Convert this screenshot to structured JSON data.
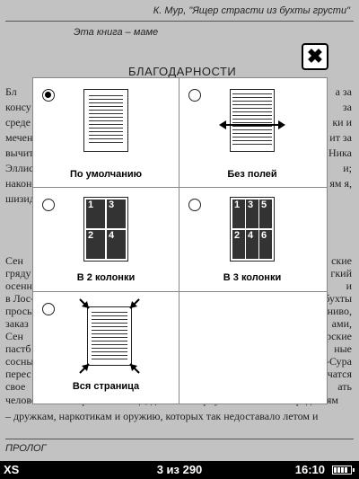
{
  "reader": {
    "header_right": "К. Мур, \"Ящер страсти из бухты грусти\"",
    "dedication": "Эта книга – маме",
    "chapter_title": "БЛАГОДАРНОСТИ",
    "left_fragments": [
      "Бл",
      "консу",
      "среде",
      "мечен",
      "вычит",
      "Эллис",
      "наконе",
      "шизид"
    ],
    "right_fragments": [
      "а за",
      "за",
      "ки и",
      "ит за",
      "Ника",
      "и;",
      "ям я,",
      ""
    ],
    "left_fragments_mid": [
      "Сен",
      "гряду",
      "осенн",
      "в Лос-А",
      "просы",
      "заказ",
      "Сен",
      "пастб",
      "сосны",
      "перес",
      "свое"
    ],
    "right_fragments_mid": [
      "ские",
      "гкий",
      "и",
      "бухты",
      "ниво,",
      "ами,",
      "рские",
      "ные",
      "-Сура",
      "чатся",
      "ать"
    ],
    "bottom_lines": [
      "человеческие выражения лица; детишки вернутся к школьным радостям",
      "– дружкам, наркотикам и оружию, которых так недоставало летом и"
    ],
    "footer_left": "ПРОЛОГ"
  },
  "status": {
    "font_size": "XS",
    "page_indicator": "3 из 290",
    "time": "16:10",
    "battery_icon": "battery-icon"
  },
  "dialog": {
    "close_label": "✖",
    "options": [
      {
        "label": "По умолчанию",
        "selected": true
      },
      {
        "label": "Без полей",
        "selected": false
      },
      {
        "label": "В 2 колонки",
        "selected": false,
        "columns": [
          "1",
          "2",
          "3",
          "4"
        ]
      },
      {
        "label": "В 3 колонки",
        "selected": false,
        "columns": [
          "1",
          "2",
          "3",
          "4",
          "5",
          "6"
        ]
      },
      {
        "label": "Вся страница",
        "selected": false
      }
    ]
  }
}
